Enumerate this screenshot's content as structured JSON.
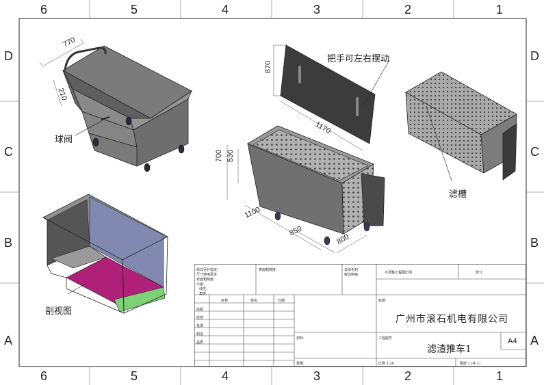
{
  "zones": {
    "top": [
      "6",
      "5",
      "4",
      "3",
      "2",
      "1"
    ],
    "bottom": [
      "6",
      "5",
      "4",
      "3",
      "2",
      "1"
    ],
    "left": [
      "D",
      "C",
      "B",
      "A"
    ],
    "right": [
      "D",
      "C",
      "B",
      "A"
    ]
  },
  "dims": {
    "d770": "770",
    "d210": "210",
    "d870": "870",
    "d1170": "1170",
    "d700": "700",
    "d530": "530",
    "d1100": "1100",
    "d850": "850",
    "d800": "800"
  },
  "notes": {
    "ball_valve": "球阀",
    "handle_swing": "把手可左右摆动",
    "filter_tank": "滤槽",
    "section_view": "剖视图"
  },
  "title_block": {
    "req1": "除非另外指定:",
    "req2": "尺寸使用毫米",
    "req3": "表面粗糙度:",
    "req4": "公差:",
    "req5": "线性:",
    "req6": "角度:",
    "finish": "表面粗糙度:",
    "edges1": "去除毛刺",
    "edges2": "锐边倒钝",
    "no_scale": "不调整工程图比例",
    "revision": "修订",
    "col_name": "名称",
    "col_sign": "签名",
    "col_date": "日期",
    "title_label": "标题:",
    "row_draw": "绘制",
    "row_check": "检查",
    "row_approve": "批准",
    "row_mfg": "制造",
    "row_qa": "品质",
    "material": "材料:",
    "dwg_no": "工程图号",
    "weight": "重量:",
    "scale": "比例:1:20",
    "sheet": "图纸 1 (共 1)",
    "company": "广州市滚石机电有限公司",
    "drawing_title": "滤渣推车1",
    "size": "A4"
  }
}
